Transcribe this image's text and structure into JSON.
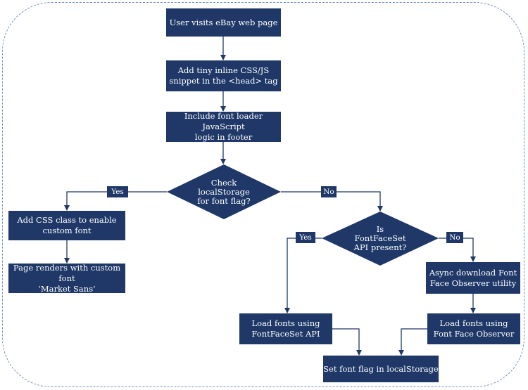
{
  "nodes": {
    "visit": "User visits eBay web page",
    "inline": "Add tiny inline CSS/JS\nsnippet in the <head> tag",
    "loader": "Include font loader JavaScript\nlogic in footer",
    "check": "Check\nlocalStorage\nfor font flag?",
    "add_css": "Add CSS class to enable\ncustom font",
    "renders": "Page renders with custom font\n‘Market Sans’",
    "fontfaceset": "Is\nFontFaceSet\nAPI present?",
    "async": "Async download Font\nFace Observer utility",
    "load_api": "Load fonts using\nFontFaceSet API",
    "load_observer": "Load fonts using\nFont Face Observer",
    "set_flag": "Set font flag in localStorage"
  },
  "labels": {
    "check_yes": "Yes",
    "check_no": "No",
    "ffs_yes": "Yes",
    "ffs_no": "No"
  },
  "colors": {
    "node_fill": "#1f3868",
    "connector": "#1f3868",
    "frame": "#6f8fbf"
  }
}
